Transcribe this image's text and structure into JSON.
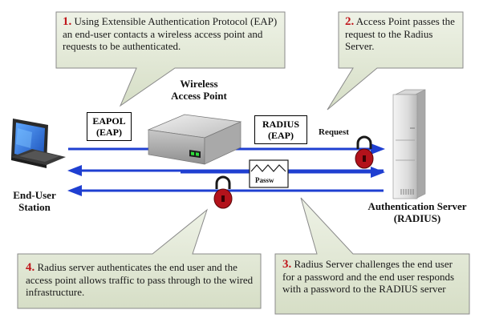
{
  "callouts": [
    {
      "num": "1.",
      "text": "Using Extensible Authentication Protocol (EAP) an end-user contacts a wireless access point and requests to be authenticated."
    },
    {
      "num": "2.",
      "text": "Access Point passes the request to the Radius Server."
    },
    {
      "num": "3.",
      "text": "Radius Server challenges the end user for a password and the end user responds with a password to the RADIUS server"
    },
    {
      "num": "4.",
      "text": "Radius server authenticates the end user and the access point allows traffic to pass through to the wired infrastructure."
    }
  ],
  "labels": {
    "end_user_station": "End-User Station",
    "wireless_access_point": "Wireless Access Point",
    "auth_server": "Authentication Server (RADIUS)",
    "eapol": "EAPOL (EAP)",
    "radius_eap": "RADIUS (EAP)",
    "request": "Request",
    "password": "Passw"
  },
  "colors": {
    "arrow": "#1f3fd1",
    "callout_fill": "#dfe6d0",
    "number": "#c0161b",
    "lock": "#b3121b"
  }
}
